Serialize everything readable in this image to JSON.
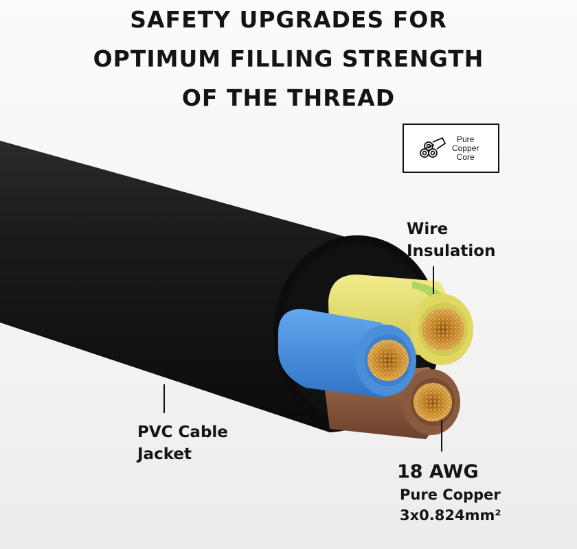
{
  "headline": {
    "line1": "SAFETY UPGRADES FOR",
    "line2": "OPTIMUM FILLING STRENGTH",
    "line3": "OF THE THREAD"
  },
  "badge": {
    "icon": "copper-wire-roll-icon",
    "line1": "Pure",
    "line2": "Copper",
    "line3": "Core"
  },
  "labels": {
    "insulation": {
      "line1": "Wire",
      "line2": "Insulation"
    },
    "jacket": {
      "line1": "PVC Cable",
      "line2": "Jacket"
    },
    "conductor": {
      "gauge": "18 AWG",
      "material": "Pure Copper",
      "size": "3x0.824mm²"
    }
  },
  "colors": {
    "jacket": "#151515",
    "yellow_wire": "#e3dc6c",
    "blue_wire": "#4b93e0",
    "brown_wire": "#8a5a3e",
    "copper": "#c98a2b"
  }
}
